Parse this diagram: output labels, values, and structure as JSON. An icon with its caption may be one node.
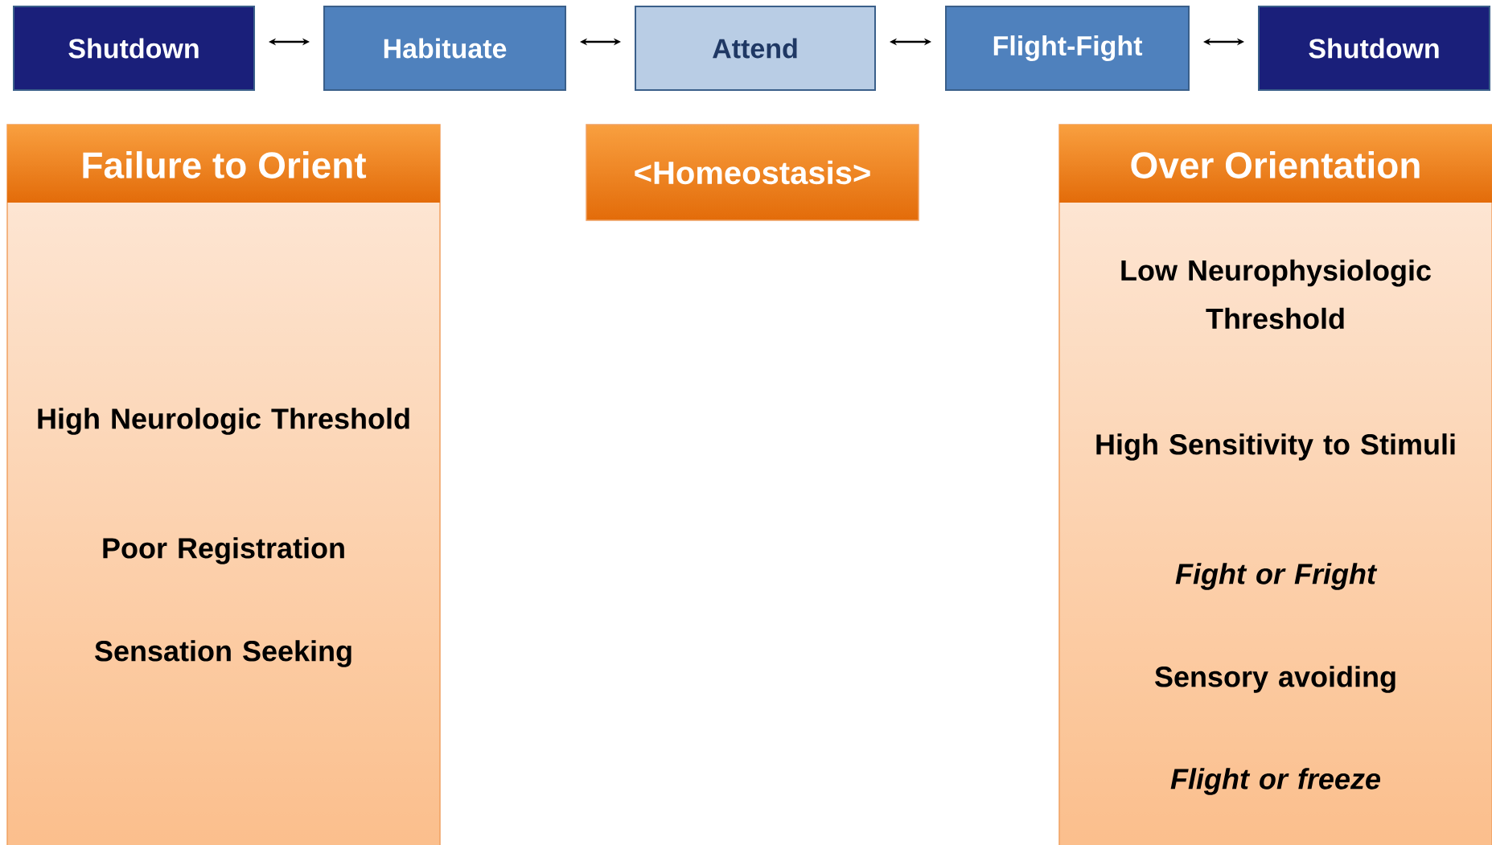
{
  "diagram": {
    "nodes": [
      {
        "text": [
          "Shutdown"
        ]
      },
      {
        "text": [
          "Habituate"
        ]
      },
      {
        "text": [
          "Attend"
        ]
      },
      {
        "text": [
          "Flight-Fight"
        ]
      },
      {
        "text": [
          "Shutdown"
        ]
      },
      {
        "text": [
          "Failure to Orient",
          "High Neurologic Threshold",
          "Poor Registration",
          "Sensation Seeking"
        ]
      },
      {
        "text": [
          "<Homeostasis>"
        ]
      },
      {
        "text": [
          "Over Orientation",
          "Low Neurophysiologic Threshold",
          "High Sensitivity to Stimuli",
          "Fight or Fright",
          "Sensory avoiding",
          "Flight or freeze"
        ]
      }
    ],
    "edges": [
      {
        "from": 0,
        "to": 1,
        "arrow": "both"
      },
      {
        "from": 1,
        "to": 2,
        "arrow": "both"
      },
      {
        "from": 2,
        "to": 3,
        "arrow": "both"
      },
      {
        "from": 3,
        "to": 4,
        "arrow": "both"
      }
    ]
  }
}
